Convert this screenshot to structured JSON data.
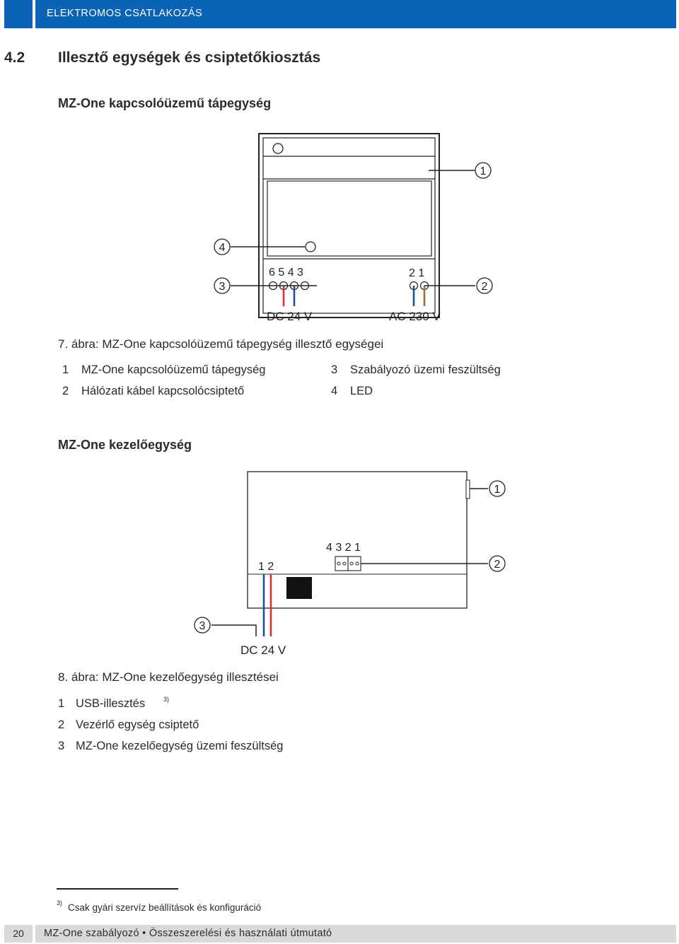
{
  "header": {
    "title": "ELEKTROMOS CSATLAKOZÁS"
  },
  "section": {
    "number": "4.2",
    "title": "Illesztő egységek és csiptetőkiosztás"
  },
  "power_supply": {
    "heading": "MZ-One kapcsolóüzemű tápegység",
    "terminals_left": "6 5 4 3",
    "terminals_right": "2 1",
    "label_dc": "DC 24 V",
    "label_ac": "AC 230 V",
    "callouts": [
      "1",
      "2",
      "3",
      "4"
    ],
    "caption": "7.  ábra: MZ-One kapcsolóüzemű tápegység illesztő egységei",
    "legend": [
      {
        "num": "1",
        "text": "MZ-One kapcsolóüzemű tápegység"
      },
      {
        "num": "2",
        "text": "Hálózati kábel kapcsolócsiptető"
      },
      {
        "num": "3",
        "text": "Szabályozó üzemi feszültség"
      },
      {
        "num": "4",
        "text": "LED"
      }
    ]
  },
  "control_unit": {
    "heading": "MZ-One kezelőegység",
    "terminals_right": "4 3 2 1",
    "terminals_left": "1 2",
    "label_dc": "DC 24 V",
    "callouts": [
      "1",
      "2",
      "3"
    ],
    "caption": "8.  ábra: MZ-One kezelőegység illesztései",
    "legend": [
      {
        "num": "1",
        "text": "USB-illesztés",
        "sup": "3)"
      },
      {
        "num": "2",
        "text": "Vezérlő egység csiptető"
      },
      {
        "num": "3",
        "text": "MZ-One kezelőegység üzemi feszültség"
      }
    ]
  },
  "footnote": {
    "marker": "3)",
    "text": "Csak gyári szervíz beállítások és konfiguráció"
  },
  "footer": {
    "page": "20",
    "title": "MZ-One szabályozó • Összeszerelési és használati útmutató"
  },
  "colors": {
    "header_blue": "#0b63b5",
    "wire_red": "#d0342c",
    "wire_blue": "#1f4e9c",
    "wire_brown": "#a0703a",
    "footer_gray": "#d9d9d9"
  }
}
